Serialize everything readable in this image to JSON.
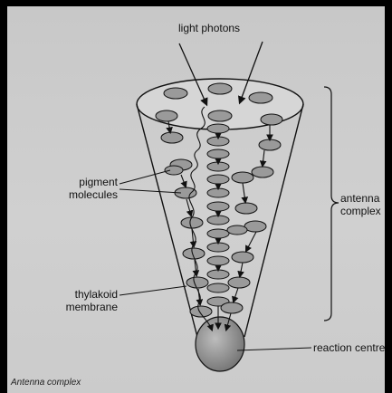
{
  "labels": {
    "light_photons": "light photons",
    "pigment_molecules_line1": "pigment",
    "pigment_molecules_line2": "molecules",
    "thylakoid_line1": "thylakoid",
    "thylakoid_line2": "membrane",
    "antenna_line1": "antenna",
    "antenna_line2": "complex",
    "reaction_centre": "reaction centre"
  },
  "caption": "Antenna complex",
  "colors": {
    "background": "#000000",
    "paper": "#cccccc",
    "ink": "#111111",
    "pigment_fill": "#9a9a9a",
    "reaction_centre_fill": "#8c8c8c"
  }
}
